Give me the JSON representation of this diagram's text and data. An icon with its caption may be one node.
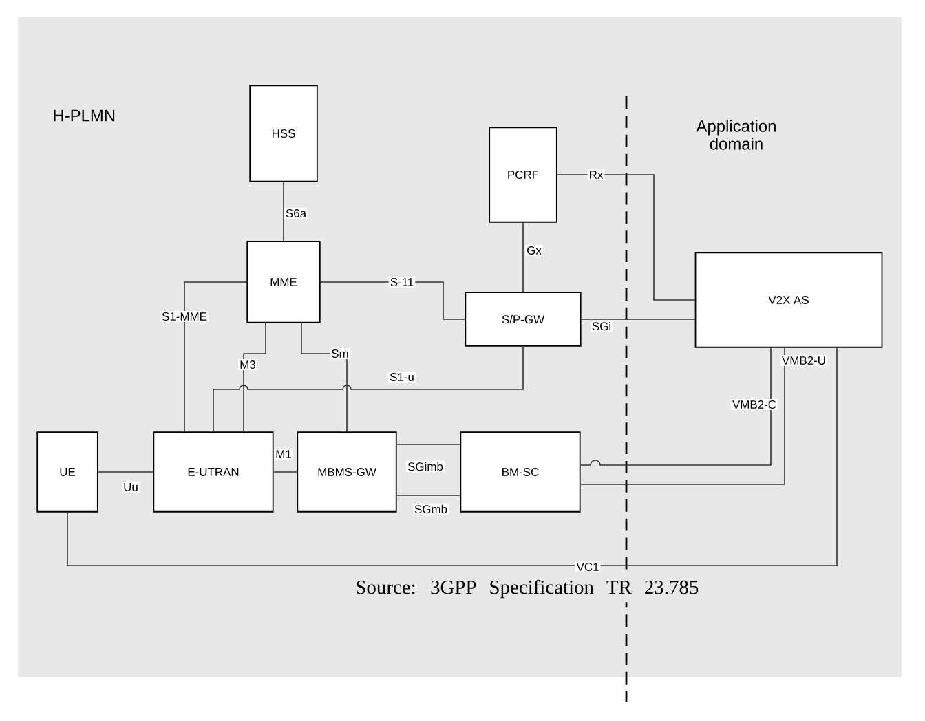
{
  "diagram": {
    "nodes": [
      {
        "text": [
          "HSS"
        ]
      },
      {
        "text": [
          "MME"
        ]
      },
      {
        "text": [
          "PCRF"
        ]
      },
      {
        "text": [
          "S/P-GW"
        ]
      },
      {
        "text": [
          "V2X AS"
        ]
      },
      {
        "text": [
          "UE"
        ]
      },
      {
        "text": [
          "E-UTRAN"
        ]
      },
      {
        "text": [
          "MBMS-GW"
        ]
      },
      {
        "text": [
          "BM-SC"
        ]
      }
    ],
    "edges": [
      {
        "from": 0,
        "to": 1,
        "arrow": "none",
        "label": "S6a"
      },
      {
        "from": 1,
        "to": 3,
        "arrow": "none",
        "label": "S-11"
      },
      {
        "from": 1,
        "to": 6,
        "arrow": "none",
        "label": "S1-MME"
      },
      {
        "from": 1,
        "to": 6,
        "arrow": "none",
        "label": "M3"
      },
      {
        "from": 1,
        "to": 7,
        "arrow": "none",
        "label": "Sm"
      },
      {
        "from": 6,
        "to": 3,
        "arrow": "none",
        "label": "S1-u"
      },
      {
        "from": 2,
        "to": 3,
        "arrow": "none",
        "label": "Gx"
      },
      {
        "from": 2,
        "to": 4,
        "arrow": "none",
        "label": "Rx"
      },
      {
        "from": 3,
        "to": 4,
        "arrow": "none",
        "label": "SGi"
      },
      {
        "from": 5,
        "to": 6,
        "arrow": "none",
        "label": "Uu"
      },
      {
        "from": 6,
        "to": 7,
        "arrow": "none",
        "label": "M1"
      },
      {
        "from": 7,
        "to": 8,
        "arrow": "none",
        "label": "SGimb"
      },
      {
        "from": 7,
        "to": 8,
        "arrow": "none",
        "label": "SGmb"
      },
      {
        "from": 8,
        "to": 4,
        "arrow": "none",
        "label": "VMB2-C"
      },
      {
        "from": 8,
        "to": 4,
        "arrow": "none",
        "label": "VMB2-U"
      },
      {
        "from": 5,
        "to": 4,
        "arrow": "none",
        "label": "VC1"
      }
    ],
    "labels": [
      "H-PLMN",
      "Application domain",
      "Source: 3GPP Specification TR 23.785"
    ]
  }
}
